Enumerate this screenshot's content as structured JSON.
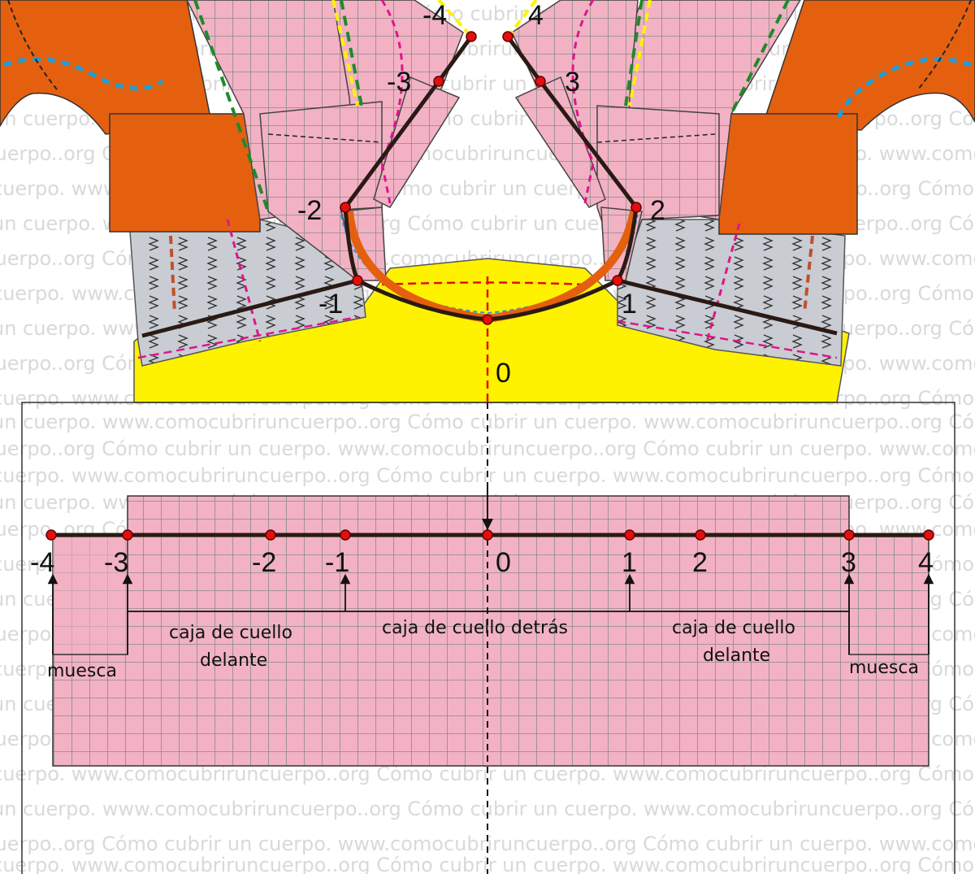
{
  "watermark": {
    "lines": [
      "un cuerpo. www.comocubriruncuerpo..org Cómo cubrir un cuerpo. www.comocubriruncuerpo..org Cómo cubrir un cuerpo.",
      "runcuerpo..org Cómo cubrir un cuerpo. www.comocubriruncuerpo..org Cómo cubrir un cuerpo. www.comocubriruncuerpo..org",
      "cuerpo. www.comocubriruncuerpo..org Cómo cubrir un cuerpo. www.comocubriruncuerpo..org Cómo cubrir un cuerpo. www."
    ]
  },
  "colors": {
    "orange": "#e4600f",
    "pink": "#f2b2c3",
    "grid": "#8a8a8a",
    "gray": "#c9ccd2",
    "yellow": "#fff200",
    "point": "#e01010",
    "line": "#2a1a14"
  },
  "top_labels": {
    "left": [
      "-4",
      "-3",
      "-2",
      "-1"
    ],
    "center": "0",
    "right": [
      "4",
      "3",
      "2",
      "1"
    ]
  },
  "strip_points": [
    "-4",
    "-3",
    "-2",
    "-1",
    "0",
    "1",
    "2",
    "3",
    "4"
  ],
  "strip_labels": {
    "front_left_line1": "caja de cuello",
    "front_left_line2": "delante",
    "back": "caja de cuello detrás",
    "front_right_line1": "caja de cuello",
    "front_right_line2": "delante",
    "notch_left": "muesca",
    "notch_right": "muesca"
  }
}
